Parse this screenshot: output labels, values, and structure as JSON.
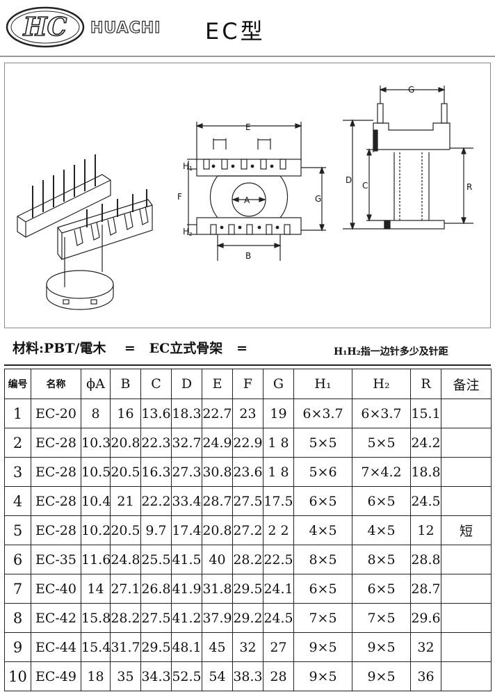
{
  "header": {
    "logo_text": "HC",
    "brand": "HUACHI",
    "title": "EC型"
  },
  "drawing": {
    "labels": {
      "E": "E",
      "H1": "H",
      "H1_sub": "1",
      "F": "F",
      "A": "A",
      "G_front": "G",
      "H2": "H",
      "H2_sub": "z",
      "B": "B",
      "G_side": "G",
      "D": "D",
      "C": "C",
      "R": "R"
    }
  },
  "material": {
    "main": "材料:PBT/電木    =   EC立式骨架   =",
    "note": "H₁H₂指一边针多少及针距"
  },
  "table": {
    "headers": [
      "编号",
      "名称",
      "ϕA",
      "B",
      "C",
      "D",
      "E",
      "F",
      "G",
      "H₁",
      "H₂",
      "R",
      "备注"
    ],
    "rows": [
      [
        "1",
        "EC-20",
        "8",
        "16",
        "13.6",
        "18.3",
        "22.7",
        "23",
        "19",
        "6×3.7",
        "6×3.7",
        "15.1",
        ""
      ],
      [
        "2",
        "EC-28",
        "10.3",
        "20.8",
        "22.3",
        "32.7",
        "24.9",
        "22.9",
        "1 8",
        "5×5",
        "5×5",
        "24.2",
        ""
      ],
      [
        "3",
        "EC-28",
        "10.5",
        "20.5",
        "16.3",
        "27.3",
        "30.8",
        "23.6",
        "1 8",
        "5×6",
        "7×4.2",
        "18.8",
        ""
      ],
      [
        "4",
        "EC-28",
        "10.4",
        "21",
        "22.2",
        "33.4",
        "28.7",
        "27.5",
        "17.5",
        "6×5",
        "6×5",
        "24.5",
        ""
      ],
      [
        "5",
        "EC-28",
        "10.2",
        "20.5",
        "9.7",
        "17.4",
        "20.8",
        "27.2",
        "2 2",
        "4×5",
        "4×5",
        "12",
        "短"
      ],
      [
        "6",
        "EC-35",
        "11.6",
        "24.8",
        "25.5",
        "41.5",
        "40",
        "28.2",
        "22.5",
        "8×5",
        "8×5",
        "28.8",
        ""
      ],
      [
        "7",
        "EC-40",
        "14",
        "27.1",
        "26.8",
        "41.9",
        "31.8",
        "29.5",
        "24.1",
        "6×5",
        "6×5",
        "28.7",
        ""
      ],
      [
        "8",
        "EC-42",
        "15.8",
        "28.2",
        "27.5",
        "41.2",
        "37.9",
        "29.2",
        "24.5",
        "7×5",
        "7×5",
        "29.6",
        ""
      ],
      [
        "9",
        "EC-44",
        "15.4",
        "31.7",
        "29.5",
        "48.1",
        "45",
        "32",
        "27",
        "9×5",
        "9×5",
        "32",
        ""
      ],
      [
        "10",
        "EC-49",
        "18",
        "35",
        "34.3",
        "52.5",
        "54",
        "38.3",
        "28",
        "9×5",
        "9×5",
        "36",
        ""
      ]
    ]
  }
}
